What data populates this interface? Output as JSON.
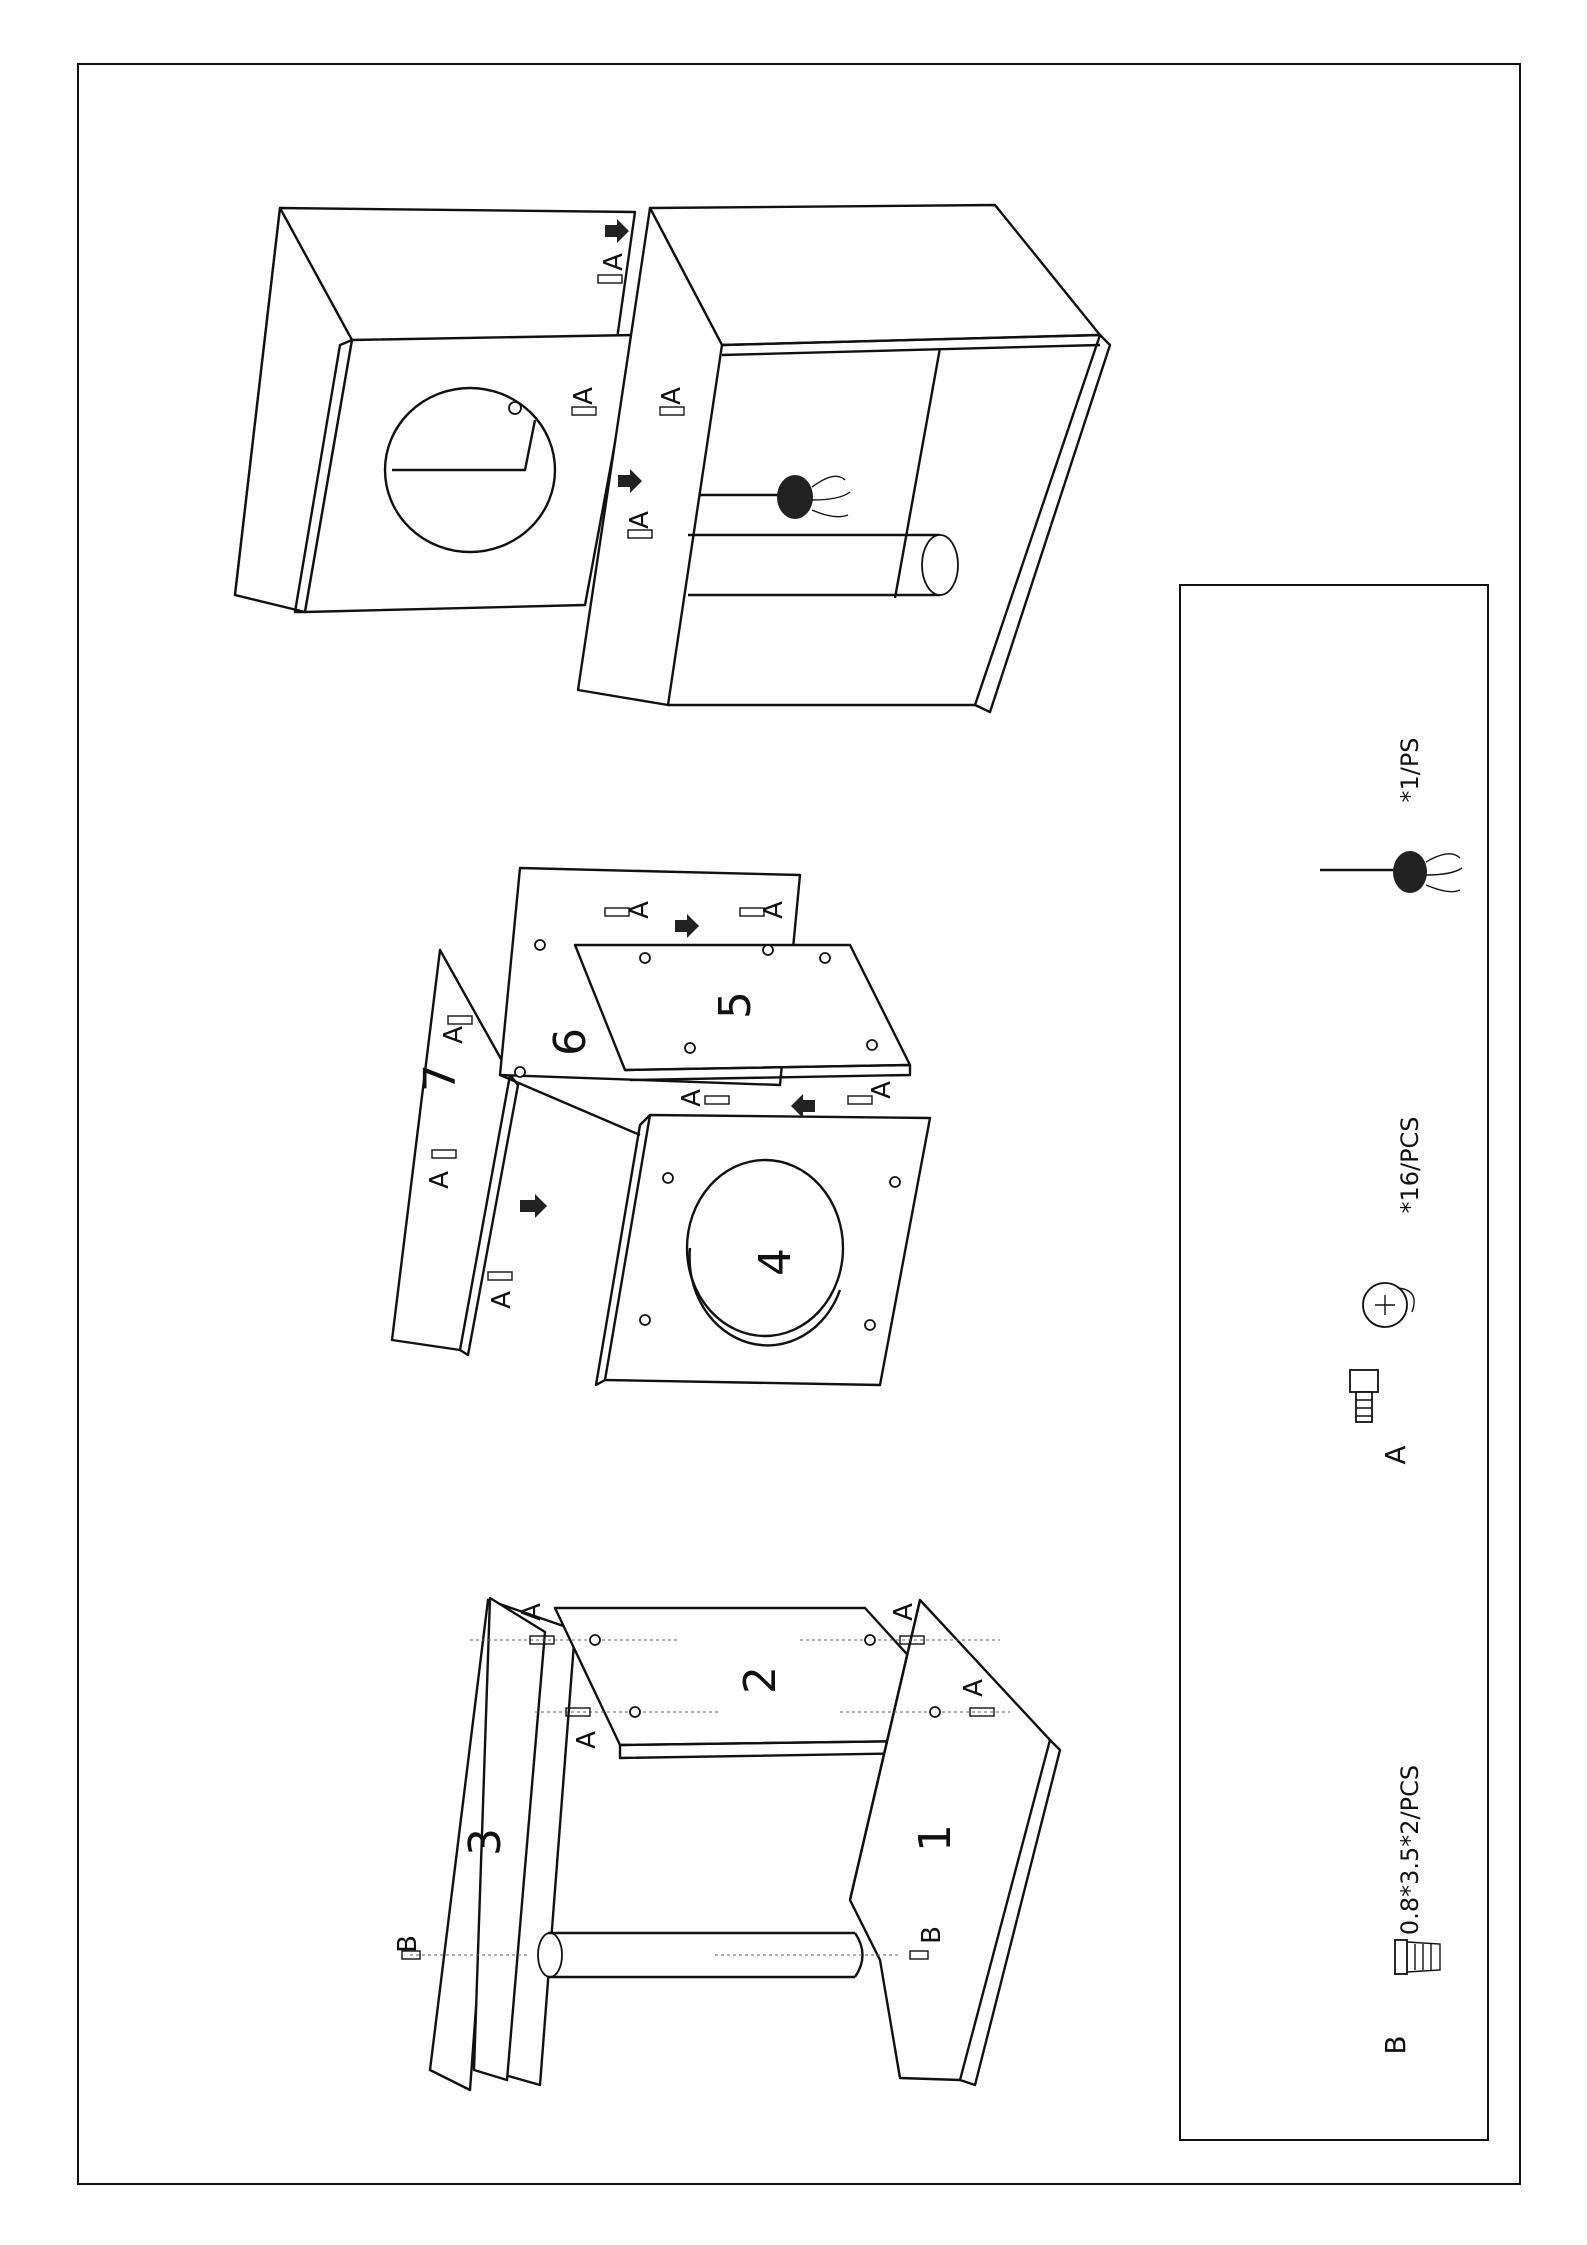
{
  "diagram": {
    "step1": {
      "part_1": "1",
      "part_2": "2",
      "part_3": "3",
      "fastener_A": "A",
      "fastener_B": "B"
    },
    "step2": {
      "part_4": "4",
      "part_5": "5",
      "part_6": "6",
      "part_7": "7",
      "fastener_A": "A"
    },
    "step3": {
      "fastener_A": "A"
    }
  },
  "hardware": [
    {
      "letter": "B",
      "spec": "0.8*3.5*2/PCS",
      "icon": "screw-icon"
    },
    {
      "letter": "A",
      "spec": "*16/PCS",
      "icon": "cam-lock-icon"
    },
    {
      "letter": "",
      "spec": "*1/PS",
      "icon": "pompom-toy-icon"
    }
  ]
}
